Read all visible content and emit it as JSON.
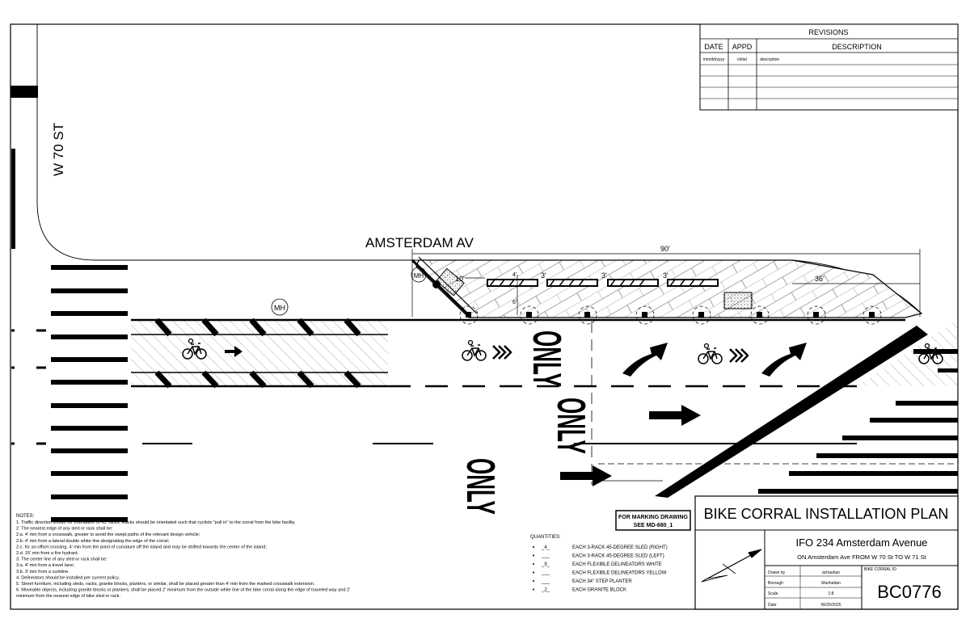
{
  "streets": {
    "cross": "W 70 ST",
    "main": "AMSTERDAM AV"
  },
  "revisions": {
    "title": "REVISIONS",
    "headers": {
      "date": "DATE",
      "appd": "APPD",
      "description": "DESCRIPTION"
    },
    "first_row": {
      "date": "mm/dd/yyyy",
      "appd": "initial",
      "description": "description"
    }
  },
  "markings": {
    "manhole": "MH",
    "only": "ONLY",
    "dim_total": "90'",
    "dim_taper": "36'",
    "dim_rack_spacing": "3'",
    "dim_buffer": "10'",
    "dim_offset_4": "4'",
    "dim_offset_6": "6'"
  },
  "marking_ref": {
    "line1": "FOR MARKING DRAWING",
    "line2": "SEE MD-680_1"
  },
  "notes": {
    "title": "NOTES:",
    "lines": [
      "1.  Traffic direction shown for orientation of 45' racks. Racks should be orientated such that cyclists \"pull in\" to the corral from the bike facility.",
      "2.  The nearest edge of any sled or rack shall be:",
      " 2.a.   4' min from a crosswalk, greater to avoid the swept paths of the relevant design vehicle;",
      " 2.b.   4' min from a lateral double white line designating the edge of the corral;",
      " 2.c.   for an offset crossing, 4' min from the point of curvature off the island and may be shifted towards the center of the island;",
      " 2.d.   15' min from a fire hydrant.",
      "3.  The center line of any sled or rack shall be:",
      " 3.a.   4' min from a travel lane;",
      " 3.b.   3' min from a curbline.",
      "4.  Delineators should be installed per current policy.",
      "5.  Street furniture, including sleds, racks, granite blocks, planters, or similar, shall be placed greater than 4' min from the marked crosswalk extension.",
      "6.  Moveable objects, including granite blocks or planters, shall be placed 2' minimum from the outside white line of the bike corral along the edge of traveled way and 2'",
      "     minimum from the nearest edge of bike sled or rack."
    ]
  },
  "quantities": {
    "title": "QUANTITIES:",
    "items": [
      {
        "qty": "_4_",
        "desc": "EACH 3-RACK 45-DEGREE SLED (RIGHT)"
      },
      {
        "qty": "___",
        "desc": "EACH 3-RACK 45-DEGREE SLED (LEFT)"
      },
      {
        "qty": "_9_",
        "desc": "EACH FLEXIBLE DELINEATORS WHITE"
      },
      {
        "qty": "___",
        "desc": "EACH FLEXIBLE DELINEATORS YELLOW"
      },
      {
        "qty": "___",
        "desc": "EACH 34\" STEP PLANTER"
      },
      {
        "qty": "_2_",
        "desc": "EACH GRANITE BLOCK"
      }
    ]
  },
  "title_block": {
    "plan_title": "BIKE CORRAL INSTALLATION PLAN",
    "project": "IFO 234 Amsterdam Avenue",
    "location": "ON Amsterdam Ave FROM W 70 St TO W 71 St",
    "fields": [
      {
        "label": "Drawn by",
        "value": "achauhan"
      },
      {
        "label": "Borough",
        "value": "Manhattan"
      },
      {
        "label": "Scale",
        "value": "1:8"
      },
      {
        "label": "Date",
        "value": "06/25/2025"
      }
    ],
    "corral_id_label": "BIKE CORRAL ID",
    "corral_id": "BC0776"
  },
  "icons": [
    "manhole-icon",
    "bicycle-icon",
    "arrow-icon",
    "turn-arrow-icon",
    "north-arrow-icon"
  ]
}
